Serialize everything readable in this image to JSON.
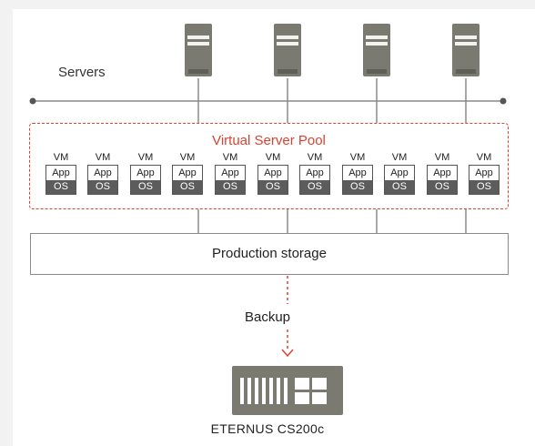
{
  "servers": {
    "label": "Servers",
    "icons": [
      "server-icon",
      "server-icon",
      "server-icon",
      "server-icon"
    ]
  },
  "pool": {
    "title": "Virtual Server Pool",
    "vms": [
      {
        "label": "VM",
        "app": "App",
        "os": "OS"
      },
      {
        "label": "VM",
        "app": "App",
        "os": "OS"
      },
      {
        "label": "VM",
        "app": "App",
        "os": "OS"
      },
      {
        "label": "VM",
        "app": "App",
        "os": "OS"
      },
      {
        "label": "VM",
        "app": "App",
        "os": "OS"
      },
      {
        "label": "VM",
        "app": "App",
        "os": "OS"
      },
      {
        "label": "VM",
        "app": "App",
        "os": "OS"
      },
      {
        "label": "VM",
        "app": "App",
        "os": "OS"
      },
      {
        "label": "VM",
        "app": "App",
        "os": "OS"
      },
      {
        "label": "VM",
        "app": "App",
        "os": "OS"
      },
      {
        "label": "VM",
        "app": "App",
        "os": "OS"
      }
    ]
  },
  "storage": {
    "label": "Production storage"
  },
  "backup": {
    "label": "Backup"
  },
  "device": {
    "label": "ETERNUS CS200c",
    "icon": "storage-appliance-icon"
  },
  "colors": {
    "accent": "#d9432f",
    "server": "#7a7a70",
    "os_bar": "#5c5c5c",
    "line": "#8a8a8a"
  }
}
